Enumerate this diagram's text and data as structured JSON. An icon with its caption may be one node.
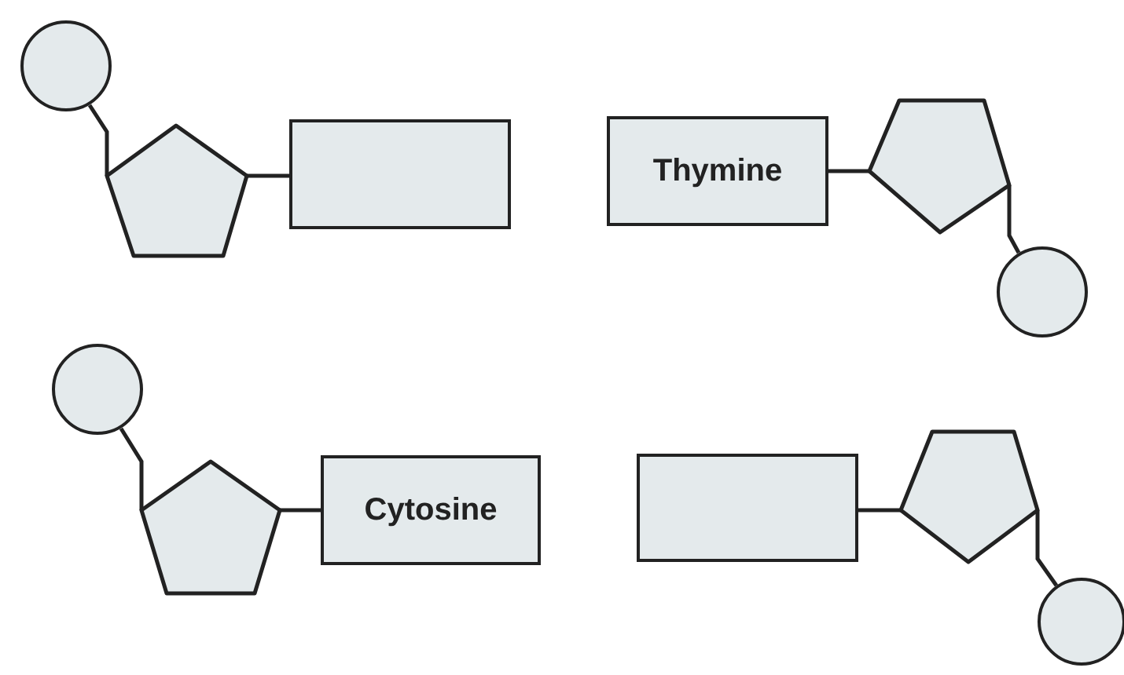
{
  "diagram": {
    "nodes": [
      {
        "text": [],
        "shape": "circle"
      },
      {
        "text": [],
        "shape": "pentagon"
      },
      {
        "text": [],
        "shape": "box"
      },
      {
        "text": [
          "Thymine"
        ]
      },
      {
        "text": [],
        "shape": "pentagon"
      },
      {
        "text": [],
        "shape": "circle"
      },
      {
        "text": [],
        "shape": "circle"
      },
      {
        "text": [],
        "shape": "pentagon"
      },
      {
        "text": [
          "Cytosine"
        ]
      },
      {
        "text": [],
        "shape": "box"
      },
      {
        "text": [],
        "shape": "pentagon"
      },
      {
        "text": [],
        "shape": "circle"
      }
    ],
    "edges": [
      {
        "from": 0,
        "to": 1,
        "arrow": "none"
      },
      {
        "from": 1,
        "to": 2,
        "arrow": "none"
      },
      {
        "from": 3,
        "to": 4,
        "arrow": "none"
      },
      {
        "from": 4,
        "to": 5,
        "arrow": "none"
      },
      {
        "from": 6,
        "to": 7,
        "arrow": "none"
      },
      {
        "from": 7,
        "to": 8,
        "arrow": "none"
      },
      {
        "from": 9,
        "to": 10,
        "arrow": "none"
      },
      {
        "from": 10,
        "to": 11,
        "arrow": "none"
      }
    ]
  }
}
